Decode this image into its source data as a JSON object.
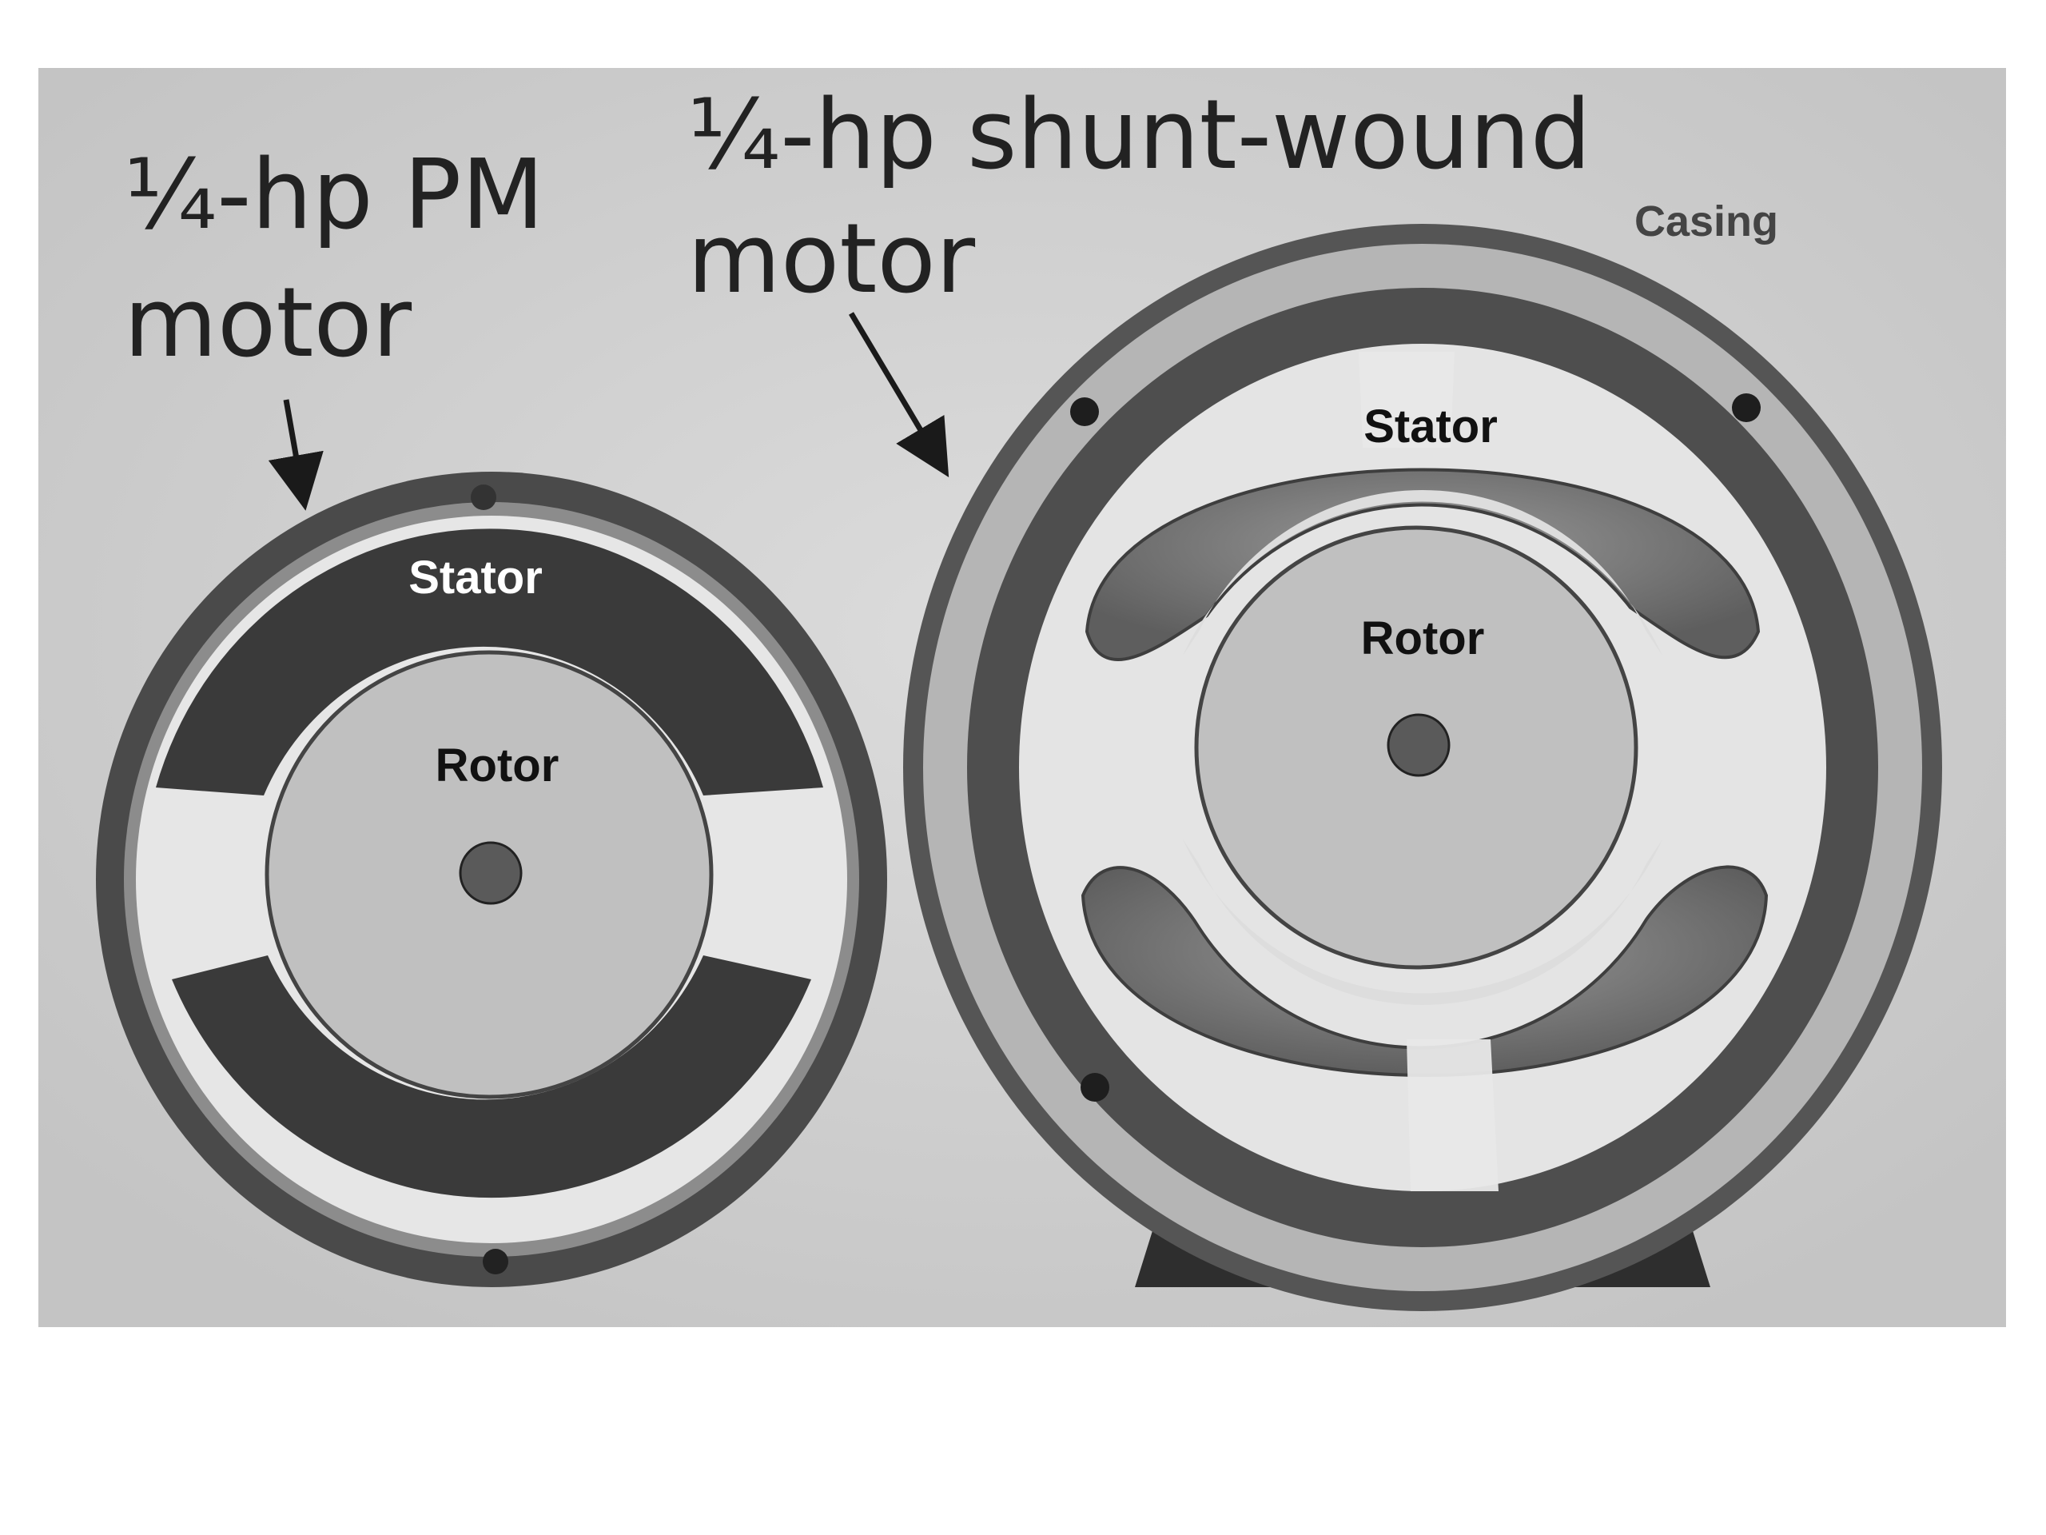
{
  "motors": {
    "pm": {
      "title_line1": "¼-hp PM",
      "title_line2": "motor",
      "stator_label": "Stator",
      "rotor_label": "Rotor"
    },
    "shunt": {
      "title_line1": "¼-hp shunt-wound",
      "title_line2": "motor",
      "casing_label": "Casing",
      "stator_label": "Stator",
      "rotor_label": "Rotor"
    }
  },
  "colors": {
    "photo_background": "#d2d2d2",
    "rotor_fill": "#c0c0c0",
    "shaft_fill": "#5a5a5a",
    "pm_stator": "#3b3b3b",
    "casing": "#555555",
    "winding": "#8a8a8a"
  }
}
